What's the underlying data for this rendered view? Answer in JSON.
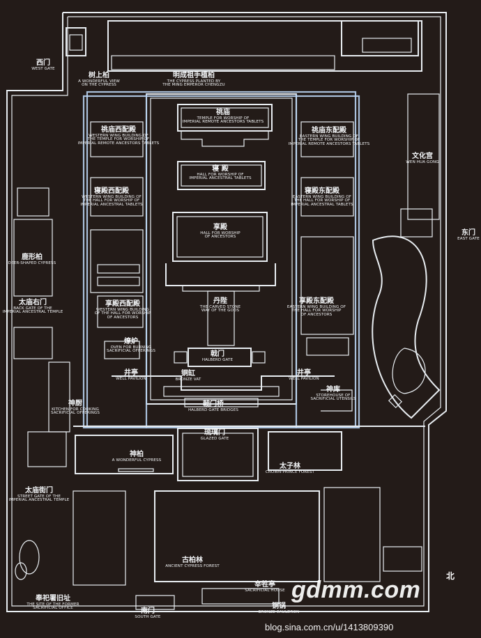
{
  "map": {
    "labels": [
      {
        "id": "west-gate",
        "zh": "西门",
        "en": [
          "WEST GATE"
        ]
      },
      {
        "id": "cypress-view",
        "zh": "树上柏",
        "en": [
          "A WONDERFUL VIEW",
          "ON THE CYPRESS"
        ]
      },
      {
        "id": "ming-cypress",
        "zh": "明成祖手植柏",
        "en": [
          "THE CYPRESS PLANTED BY",
          "THE MING EMPEROR CHENGZU"
        ]
      },
      {
        "id": "tiao-temple",
        "zh": "祧庙",
        "en": [
          "TEMPLE FOR WORSHIP OF",
          "IMPERIAL REMOTE ANCESTORS TABLETS"
        ]
      },
      {
        "id": "tiao-west",
        "zh": "祧庙西配殿",
        "en": [
          "WESTERN WING BUILDING OF",
          "THE TEMPLE FOR WORSHIP OF",
          "IMPERIAL REMOTE ANCESTORS TABLETS"
        ]
      },
      {
        "id": "tiao-east",
        "zh": "祧庙东配殿",
        "en": [
          "EASTERN WING BUILDING OF",
          "THE TEMPLE FOR WORSHIP OF",
          "IMPERIAL REMOTE ANCESTORS TABLETS"
        ]
      },
      {
        "id": "qin-dian",
        "zh": "寝 殿",
        "en": [
          "HALL FOR WORSHIP OF",
          "IMPERIAL ANCESTRAL TABLETS"
        ]
      },
      {
        "id": "wenhua",
        "zh": "文化宫",
        "en": [
          "WEN HUA GONG"
        ]
      },
      {
        "id": "qin-west",
        "zh": "寝殿西配殿",
        "en": [
          "WESTERN WING BUILDING OF",
          "THE HALL FOR WORSHIP OF",
          "IMPERIAL ANCESTRAL TABLETS"
        ]
      },
      {
        "id": "qin-east",
        "zh": "寝殿东配殿",
        "en": [
          "EASTERN WING BUILDING OF",
          "THE HALL FOR WORSHIP OF",
          "IMPERIAL ANCESTRAL TABLETS"
        ]
      },
      {
        "id": "xiang-dian",
        "zh": "享殿",
        "en": [
          "HALL FOR WORSHIP",
          "OF ANCESTORS"
        ]
      },
      {
        "id": "east-gate",
        "zh": "东门",
        "en": [
          "EAST GATE"
        ]
      },
      {
        "id": "deer-cypress",
        "zh": "鹿形柏",
        "en": [
          "DEER-SHAPED CYPRESS"
        ]
      },
      {
        "id": "back-gate",
        "zh": "太庙右门",
        "en": [
          "BACK GATE OF THE",
          "IMPERIAL ANCESTRAL TEMPLE"
        ]
      },
      {
        "id": "xiang-west",
        "zh": "享殿西配殿",
        "en": [
          "WESTERN WING BUILDING",
          "OF THE HALL FOR WORSHIP",
          "OF ANCESTORS"
        ]
      },
      {
        "id": "dan-bi",
        "zh": "丹陛",
        "en": [
          "THE CARVED STONE",
          "WAY OF THE GODS"
        ]
      },
      {
        "id": "xiang-east",
        "zh": "享殿东配殿",
        "en": [
          "EASTERN WING BUILDING OF",
          "THE HALL FOR WORSHIP",
          "OF ANCESTORS"
        ]
      },
      {
        "id": "oven",
        "zh": "燎炉",
        "en": [
          "OVEN FOR BURNING",
          "SACRIFICIAL OFFERINGS"
        ]
      },
      {
        "id": "ji-gate",
        "zh": "戟门",
        "en": [
          "HALBERD GATE"
        ]
      },
      {
        "id": "well-west",
        "zh": "井亭",
        "en": [
          "WELL PAVILION"
        ]
      },
      {
        "id": "bronze-vat",
        "zh": "铜缸",
        "en": [
          "BRONZE VAT"
        ]
      },
      {
        "id": "well-east",
        "zh": "井亭",
        "en": [
          "WELL PAVILION"
        ]
      },
      {
        "id": "kitchen",
        "zh": "神厨",
        "en": [
          "KITCHEN FOR COOKING",
          "SACRIFICIAL OFFERINGS"
        ]
      },
      {
        "id": "ji-bridges",
        "zh": "戟门桥",
        "en": [
          "HALBERD GATE BRIDGES"
        ]
      },
      {
        "id": "storehouse",
        "zh": "神库",
        "en": [
          "STOREHOUSE OF",
          "SACRIFICIAL UTENSILS"
        ]
      },
      {
        "id": "glazed-gate",
        "zh": "琉璃门",
        "en": [
          "GLAZED GATE"
        ]
      },
      {
        "id": "wonderful-cypress",
        "zh": "神柏",
        "en": [
          "A WONDERFUL CYPRESS"
        ]
      },
      {
        "id": "crown-forest",
        "zh": "太子林",
        "en": [
          "CROWN-PRINCE FOREST"
        ]
      },
      {
        "id": "street-gate",
        "zh": "太庙街门",
        "en": [
          "STREET GATE OF THE",
          "IMPERIAL ANCESTRAL TEMPLE"
        ]
      },
      {
        "id": "ancient-forest",
        "zh": "古柏林",
        "en": [
          "ANCIENT CYPRESS FOREST"
        ]
      },
      {
        "id": "former-office",
        "zh": "奉祀署旧址",
        "en": [
          "THE SITE OF THE FORMER",
          "SACRIFICIAL OFFICE"
        ]
      },
      {
        "id": "sacrificial-house",
        "zh": "宰牲亭",
        "en": [
          "SACRIFICIAL HOUSE"
        ]
      },
      {
        "id": "bronze-cauldron",
        "zh": "铜锅",
        "en": [
          "BRONZE CAULDRON"
        ]
      },
      {
        "id": "south-gate",
        "zh": "南门",
        "en": [
          "SOUTH GATE"
        ]
      }
    ],
    "north_marker": "北"
  },
  "watermark": {
    "main": "gdmm.com",
    "url": "blog.sina.com.cn/u/1413809390"
  },
  "colors": {
    "background": "#231b18",
    "lines": "#e9eef2",
    "overlay_lines": "#b9d4f2"
  }
}
